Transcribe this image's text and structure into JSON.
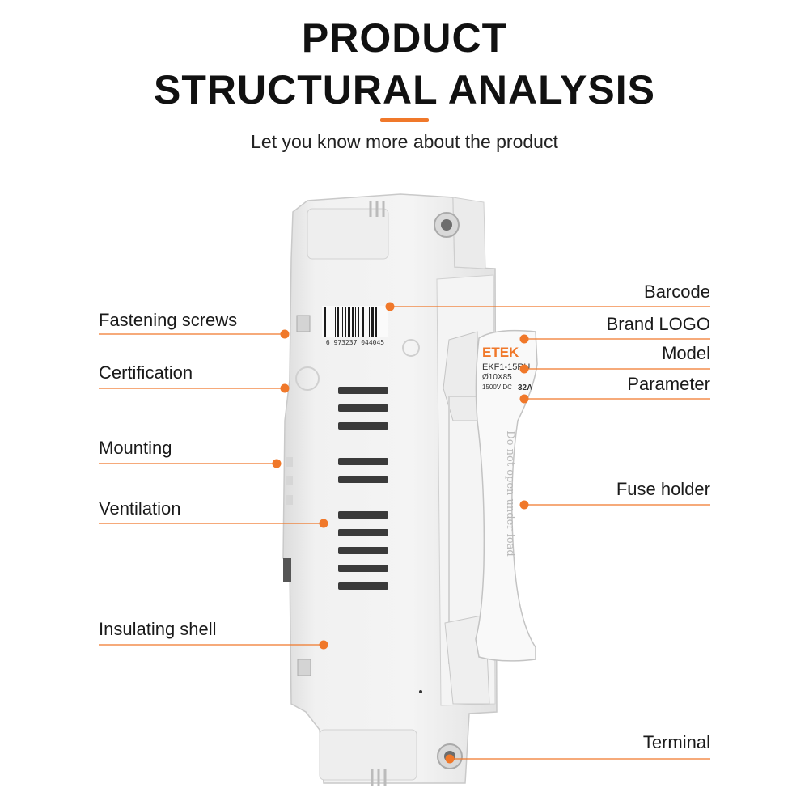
{
  "header": {
    "title_line1": "PRODUCT",
    "title_line2": "STRUCTURAL ANALYSIS",
    "subtitle": "Let you know more about the product",
    "accent_color": "#f0782a"
  },
  "product": {
    "brand": "ETEK",
    "model": "EKF1-15RU",
    "size": "Ø10X85",
    "voltage": "1500V DC",
    "current": "32A",
    "barcode_number": "6 973237 044045",
    "warning_text": "Do not open under load"
  },
  "callouts": {
    "left": [
      {
        "label": "Fastening screws"
      },
      {
        "label": "Certification"
      },
      {
        "label": "Mounting"
      },
      {
        "label": "Ventilation"
      },
      {
        "label": "Insulating shell"
      }
    ],
    "right": [
      {
        "label": "Barcode"
      },
      {
        "label": "Brand LOGO"
      },
      {
        "label": "Model"
      },
      {
        "label": "Parameter"
      },
      {
        "label": "Fuse holder"
      },
      {
        "label": "Terminal"
      }
    ]
  }
}
